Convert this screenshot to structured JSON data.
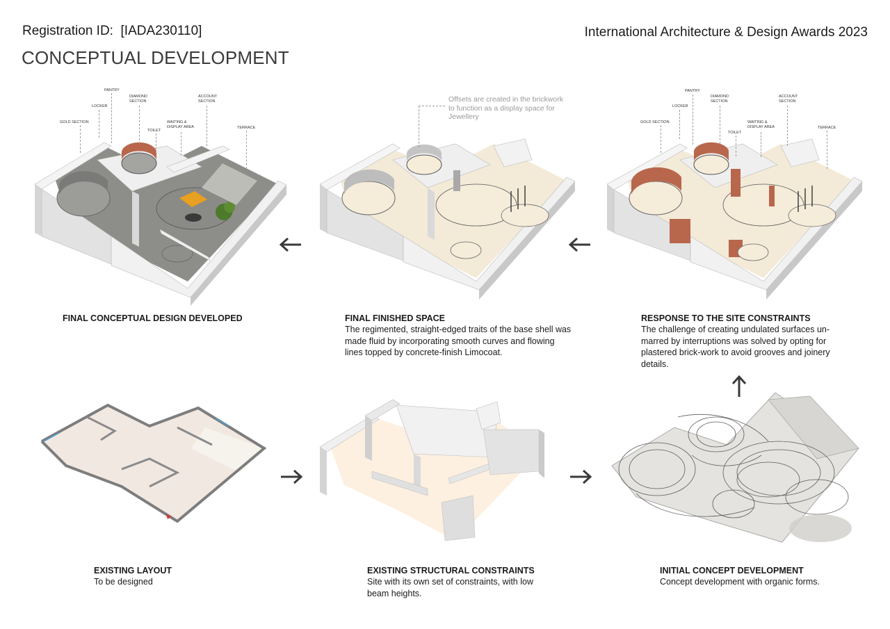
{
  "header": {
    "registration_label": "Registration ID:",
    "registration_id": "[IADA230110]",
    "event": "International Architecture & Design Awards 2023",
    "title": "CONCEPTUAL DEVELOPMENT"
  },
  "panels": {
    "final_design": {
      "heading": "FINAL CONCEPTUAL DESIGN DEVELOPED",
      "labels": [
        "PANTRY",
        "DIAMOND SECTION",
        "LOCKER",
        "ACCOUNT SECTION",
        "GOLD SECTION",
        "TOILET",
        "WAITING & DISPLAY AREA",
        "TERRACE"
      ]
    },
    "finished_space": {
      "heading": "FINAL FINISHED SPACE",
      "body": "The regimented, straight-edged traits of the base shell was made fluid by incorporating smooth curves and flowing lines topped by concrete-finish Limocoat.",
      "note": "Offsets are created in the brickwork to function as a display space for Jewellery"
    },
    "site_response": {
      "heading": "RESPONSE TO THE SITE CONSTRAINTS",
      "body": "The challenge of creating undulated surfaces un-marred by interruptions was solved by opting for plastered brick-work to avoid grooves and joinery details.",
      "labels": [
        "PANTRY",
        "DIAMOND SECTION",
        "LOCKER",
        "ACCOUNT SECTION",
        "GOLD SECTION",
        "TOILET",
        "WAITING & DISPLAY AREA",
        "TERRACE"
      ]
    },
    "existing_layout": {
      "heading": "EXISTING LAYOUT",
      "body": "To be designed"
    },
    "structural": {
      "heading": "EXISTING STRUCTURAL CONSTRAINTS",
      "body": "Site with its own set of constraints, with low beam heights."
    },
    "initial_concept": {
      "heading": "INITIAL CONCEPT DEVELOPMENT",
      "body": "Concept development with organic forms."
    }
  },
  "colors": {
    "wall_top": "#f4f4f4",
    "wall_side": "#cfcfcf",
    "wall_dark": "#a9a9a9",
    "floor_cream": "#f3ead8",
    "floor_pale": "#fbeedd",
    "floor_concrete": "#9a9a96",
    "brick": "#b8674d",
    "arrow": "#3a3a3a"
  }
}
